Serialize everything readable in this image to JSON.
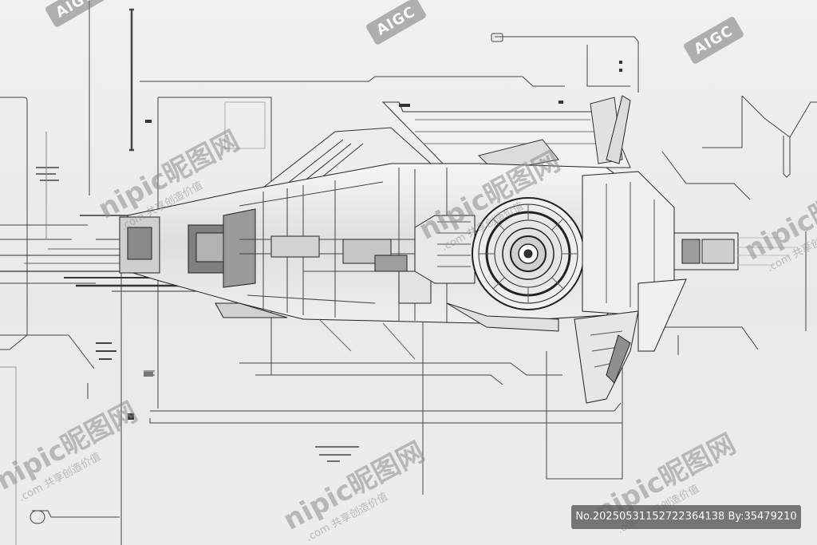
{
  "watermarks": {
    "aigc_label": "AIGC",
    "site_mark": "nipic昵图网",
    "site_sub": ".com 共享创造价值",
    "image_id_text": "No.20250531152722364138 By:35479210"
  }
}
